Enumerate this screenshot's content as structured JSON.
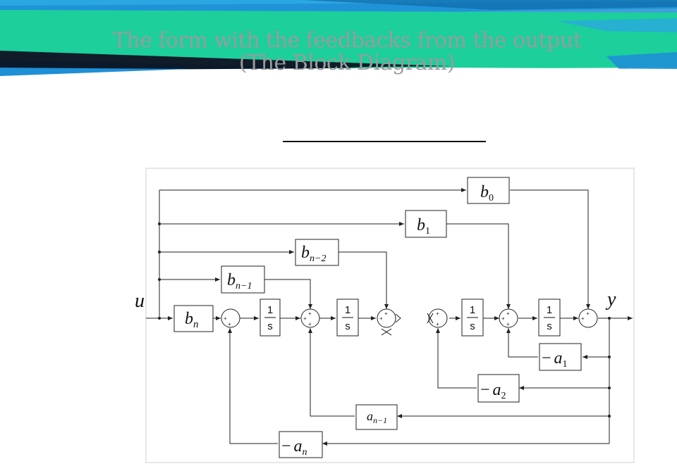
{
  "header": {
    "title_line1": "The form with the feedbacks from the output",
    "title_line2": "(The Block Diagram)",
    "colors": {
      "band": "#1ccf9b",
      "stripe_blue": "#1f8fd6",
      "stripe_dark": "#0b1a2a",
      "title": "#9b9b9b"
    }
  },
  "diagram": {
    "input_label": "u",
    "output_label": "y",
    "integrator": {
      "num": "1",
      "den": "s"
    },
    "feedforward_gains": [
      {
        "base": "b",
        "sub": "0"
      },
      {
        "base": "b",
        "sub": "1"
      },
      {
        "base": "b",
        "sub": "n−2"
      },
      {
        "base": "b",
        "sub": "n−1"
      },
      {
        "base": "b",
        "sub": "n"
      }
    ],
    "feedback_gains": [
      {
        "prefix": "−",
        "base": "a",
        "sub": "1"
      },
      {
        "prefix": "−",
        "base": "a",
        "sub": "2"
      },
      {
        "prefix": "",
        "base": "a",
        "sub": "n−1"
      },
      {
        "prefix": "−",
        "base": "a",
        "sub": "n"
      }
    ],
    "sum_sign": "+"
  }
}
